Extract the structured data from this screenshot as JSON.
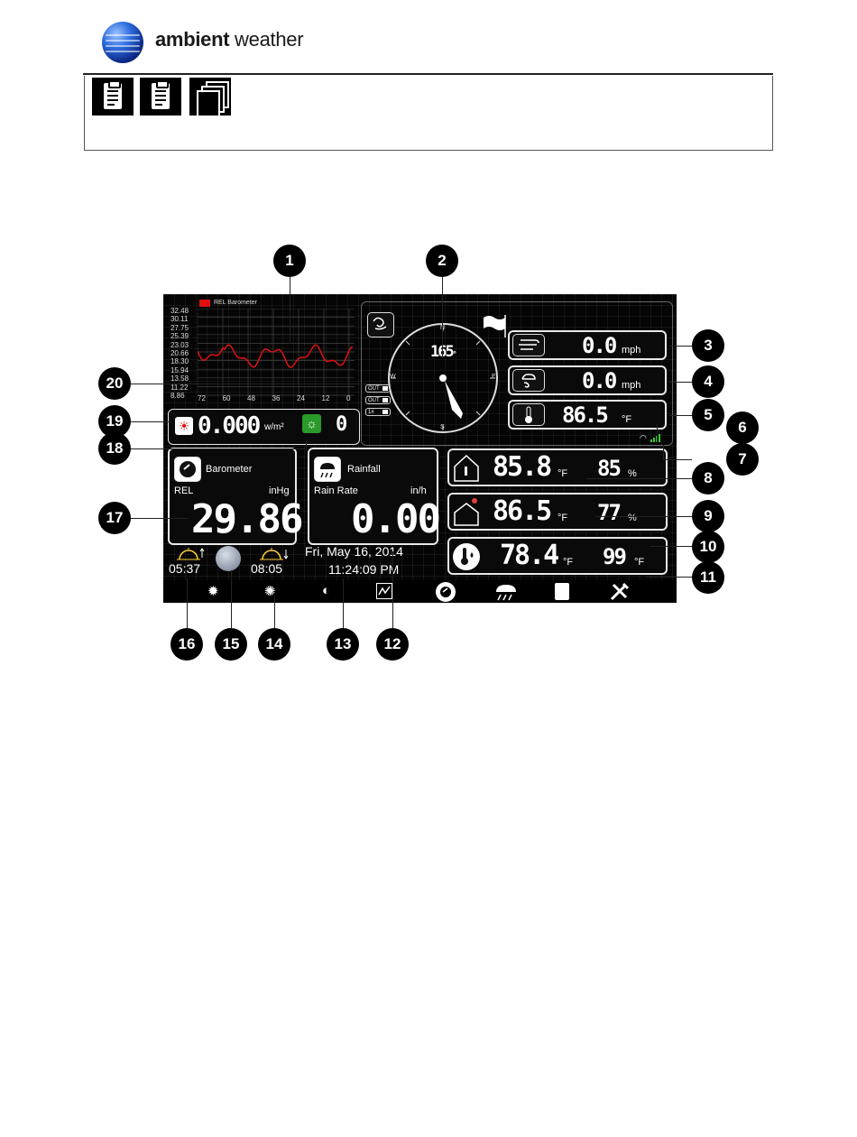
{
  "brand": {
    "name_bold": "ambient",
    "name_regular": " weather"
  },
  "note_icons": [
    "clipboard-icon",
    "clipboard-icon",
    "pages-icon"
  ],
  "display": {
    "chart": {
      "legend": "REL Barometer",
      "y_ticks": [
        "32.48",
        "30.11",
        "27.75",
        "25.39",
        "23.03",
        "20.66",
        "18.30",
        "15.94",
        "13.58",
        "11.22",
        "8.86"
      ],
      "x_ticks": [
        "72",
        "60",
        "48",
        "36",
        "24",
        "12",
        "0"
      ],
      "line_color": "#e01010"
    },
    "compass": {
      "direction": "165",
      "unit": "°",
      "n": "N",
      "s": "S",
      "e": "E",
      "w": "W"
    },
    "wind_speed": {
      "value": "0.0",
      "unit": "mph"
    },
    "wind_gust": {
      "value": "0.0",
      "unit": "mph"
    },
    "feels_like": {
      "value": "86.5",
      "unit": "°F"
    },
    "batteries": [
      "OUT",
      "OUT",
      "1#"
    ],
    "indoor": {
      "temp": "85.8",
      "temp_unit": "°F",
      "humidity": "85",
      "humidity_unit": "%"
    },
    "outdoor": {
      "temp": "86.5",
      "temp_unit": "°F",
      "humidity": "77",
      "humidity_unit": "%"
    },
    "dew": {
      "value": "78.4",
      "unit": "°F",
      "heat": "99",
      "heat_unit": "°F"
    },
    "solar": {
      "value": "0.000",
      "unit": "w/m²"
    },
    "uv": {
      "value": "0"
    },
    "barometer": {
      "title": "Barometer",
      "mode": "REL",
      "unit": "inHg",
      "value": "29.86"
    },
    "rainfall": {
      "title": "Rainfall",
      "label": "Rain Rate",
      "unit": "in/h",
      "value": "0.00"
    },
    "sunrise": "05:37",
    "sunset": "08:05",
    "date": "Fri, May 16, 2014",
    "time": "11:24:09 PM"
  },
  "callouts": [
    "1",
    "2",
    "3",
    "4",
    "5",
    "6",
    "7",
    "8",
    "9",
    "10",
    "11",
    "12",
    "13",
    "14",
    "15",
    "16",
    "17",
    "18",
    "19",
    "20"
  ]
}
